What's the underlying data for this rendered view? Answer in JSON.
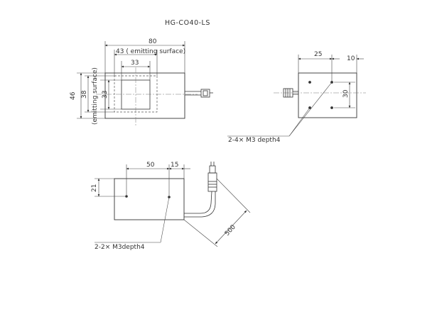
{
  "title": "HG-CO40-LS",
  "front_view": {
    "width_label": "80",
    "emit_width_label": "43 ( emitting surface)",
    "inner_width_label": "33",
    "height_label": "46",
    "emit_height_label": "38",
    "emit_height_note": "(emitting surface)",
    "inner_height_label": "33"
  },
  "side_view": {
    "label_25": "25",
    "label_10": "10",
    "label_30": "30",
    "holes_note": "2-4× M3 depth4"
  },
  "bottom_view": {
    "label_50": "50",
    "label_15": "15",
    "label_21": "21",
    "cable_label": "500",
    "holes_note": "2-2× M3depth4"
  }
}
